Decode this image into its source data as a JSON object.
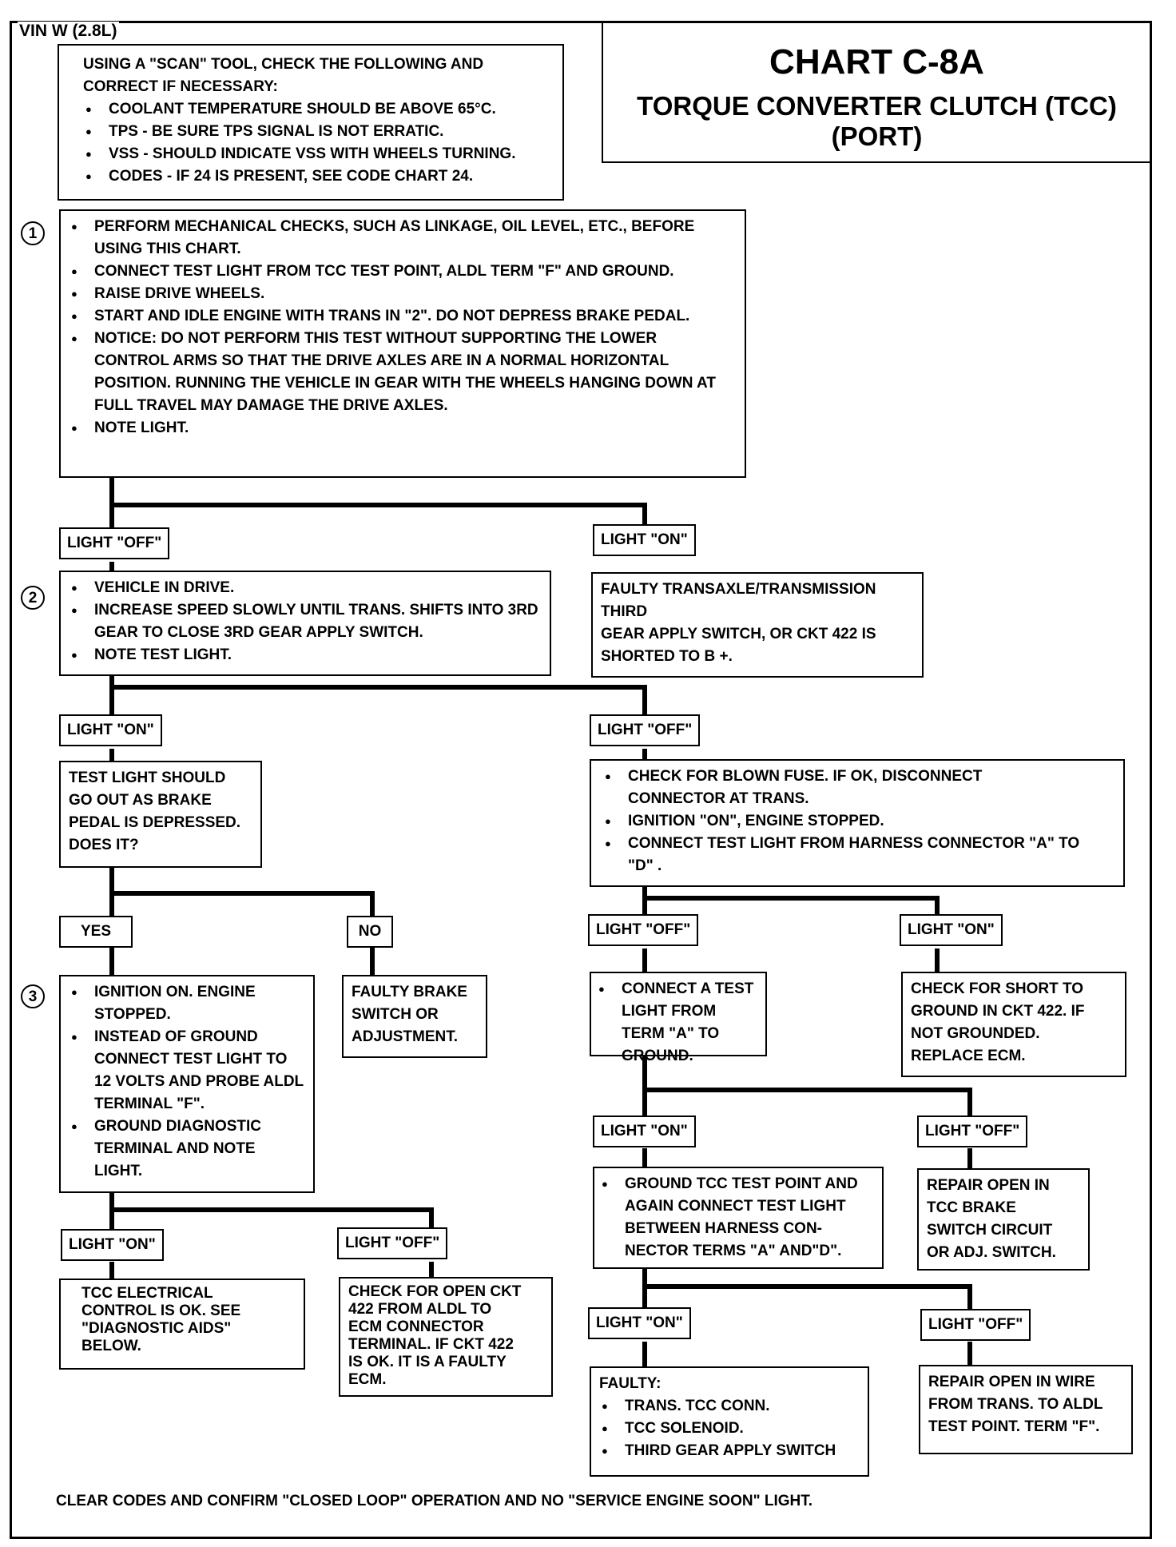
{
  "header": {
    "vin": "VIN W (2.8L)",
    "chart_id": "CHART C-8A",
    "title": "TORQUE CONVERTER CLUTCH (TCC)",
    "subtitle": "(PORT)"
  },
  "scan_box": {
    "intro": "USING A \"SCAN\" TOOL, CHECK THE FOLLOWING AND CORRECT IF NECESSARY:",
    "items": [
      "COOLANT TEMPERATURE SHOULD BE ABOVE 65°C.",
      "TPS - BE SURE TPS SIGNAL IS NOT ERRATIC.",
      "VSS - SHOULD INDICATE VSS WITH WHEELS TURNING.",
      "CODES - IF 24 IS PRESENT, SEE CODE  CHART 24."
    ]
  },
  "step1": {
    "number": "1",
    "items": [
      "PERFORM MECHANICAL CHECKS, SUCH AS LINKAGE, OIL LEVEL, ETC., BEFORE USING THIS CHART.",
      "CONNECT TEST LIGHT FROM TCC TEST POINT, ALDL TERM \"F\" AND GROUND.",
      "RAISE DRIVE WHEELS.",
      "START AND IDLE ENGINE WITH TRANS IN \"2\".  DO NOT DEPRESS BRAKE PEDAL.",
      "NOTICE:  DO NOT PERFORM THIS TEST WITHOUT SUPPORTING THE LOWER CONTROL ARMS SO THAT THE DRIVE AXLES ARE IN A NORMAL HORIZONTAL POSITION.  RUNNING THE  VEHICLE IN GEAR WITH THE WHEELS HANGING DOWN AT FULL TRAVEL MAY DAMAGE THE DRIVE AXLES.",
      "NOTE LIGHT."
    ]
  },
  "branch1": {
    "left_label": "LIGHT \"OFF\"",
    "right_label": "LIGHT \"ON\"",
    "right_result": "FAULTY TRANSAXLE/TRANSMISSION\nTHIRD\nGEAR APPLY SWITCH, OR CKT 422 IS\nSHORTED TO B +."
  },
  "step2": {
    "number": "2",
    "items": [
      "VEHICLE IN DRIVE.",
      "INCREASE SPEED SLOWLY UNTIL TRANS. SHIFTS INTO 3RD GEAR  TO CLOSE 3RD GEAR  APPLY SWITCH.",
      "NOTE TEST LIGHT."
    ]
  },
  "branch2": {
    "left_label": "LIGHT \"ON\"",
    "right_label": "LIGHT \"OFF\"",
    "left_question": "TEST LIGHT SHOULD\nGO OUT AS BRAKE\nPEDAL IS DEPRESSED.\nDOES IT?",
    "right_items": [
      "CHECK FOR BLOWN FUSE. IF OK, DISCONNECT CONNECTOR AT TRANS.",
      "IGNITION \"ON\",  ENGINE STOPPED.",
      "CONNECT TEST LIGHT FROM HARNESS CONNECTOR \"A\" TO \"D\" ."
    ]
  },
  "branch3": {
    "yes_label": "YES",
    "no_label": "NO",
    "no_result": "FAULTY BRAKE\nSWITCH OR\nADJUSTMENT."
  },
  "step3": {
    "number": "3",
    "items": [
      "IGNITION ON. ENGINE STOPPED.",
      "INSTEAD OF GROUND CONNECT TEST LIGHT TO 12 VOLTS AND PROBE ALDL TERMINAL \"F\".",
      "GROUND DIAGNOSTIC TERMINAL AND NOTE LIGHT."
    ]
  },
  "branch4": {
    "left_label": "LIGHT \"ON\"",
    "right_label": "LIGHT \"OFF\"",
    "left_result": "TCC ELECTRICAL\nCONTROL IS OK.  SEE\n\"DIAGNOSTIC AIDS\"\nBELOW.",
    "right_result": "CHECK FOR OPEN CKT\n422 FROM ALDL TO\nECM CONNECTOR\nTERMINAL.  IF CKT 422\nIS OK. IT IS A FAULTY\nECM."
  },
  "branch5": {
    "left_label": "LIGHT \"OFF\"",
    "right_label": "LIGHT \"ON\"",
    "left_items": [
      "CONNECT A TEST LIGHT FROM TERM \"A\" TO GROUND."
    ],
    "right_result": "CHECK FOR SHORT TO\nGROUND IN CKT 422. IF\nNOT GROUNDED.\nREPLACE ECM."
  },
  "branch6": {
    "left_label": "LIGHT \"ON\"",
    "right_label": "LIGHT \"OFF\"",
    "left_items": [
      "GROUND TCC TEST POINT AND AGAIN CONNECT TEST LIGHT BETWEEN  HARNESS CON- NECTOR TERMS \"A\" AND\"D\"."
    ],
    "right_result": "REPAIR OPEN IN\nTCC BRAKE\nSWITCH CIRCUIT\nOR ADJ. SWITCH."
  },
  "branch7": {
    "left_label": "LIGHT \"ON\"",
    "right_label": "LIGHT \"OFF\"",
    "left_title": "FAULTY:",
    "left_items": [
      "TRANS. TCC CONN.",
      "TCC SOLENOID.",
      "THIRD GEAR APPLY SWITCH"
    ],
    "right_result": "REPAIR OPEN IN WIRE\nFROM TRANS. TO ALDL\nTEST POINT. TERM \"F\"."
  },
  "footer": "CLEAR CODES AND CONFIRM \"CLOSED LOOP\" OPERATION AND NO \"SERVICE ENGINE SOON\" LIGHT."
}
